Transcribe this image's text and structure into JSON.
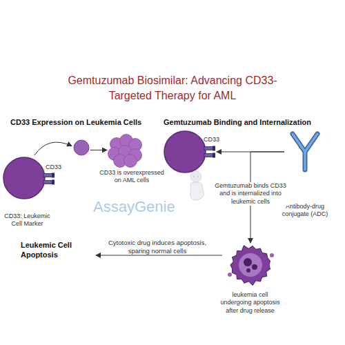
{
  "diagram": {
    "title": "Gemtuzumab Biosimilar: Advancing CD33-Targeted Therapy for AML",
    "nodes": [
      {
        "text": [
          "CD33",
          "CD33: Leukemic Cell Marker"
        ]
      },
      {
        "text": [
          "CD33 is overexpressed on AML cells"
        ]
      },
      {
        "text": [
          "CD33"
        ]
      },
      {
        "text": [
          "Antibody-drug conjugate (ADC)"
        ]
      },
      {
        "text": [
          "leukemia cell undergoing apoptosis after drug release"
        ]
      }
    ],
    "edges": [
      {
        "from": 0,
        "to": 1,
        "arrow": "to"
      },
      {
        "from": 3,
        "to": 2,
        "arrow": "to"
      },
      {
        "from": 3,
        "to": 4,
        "label": "Gemtuzumab binds CD33 and is internalized into leukemic cells",
        "arrow": "to"
      }
    ],
    "labels": [
      "CD33 Expression on Leukemia Cells",
      "Gemtuzumab Binding and Internalization",
      "Leukemic Cell Apoptosis",
      "Cytotoxic drug induces apoptosis, sparing normal cells",
      "AssayGenie"
    ]
  }
}
